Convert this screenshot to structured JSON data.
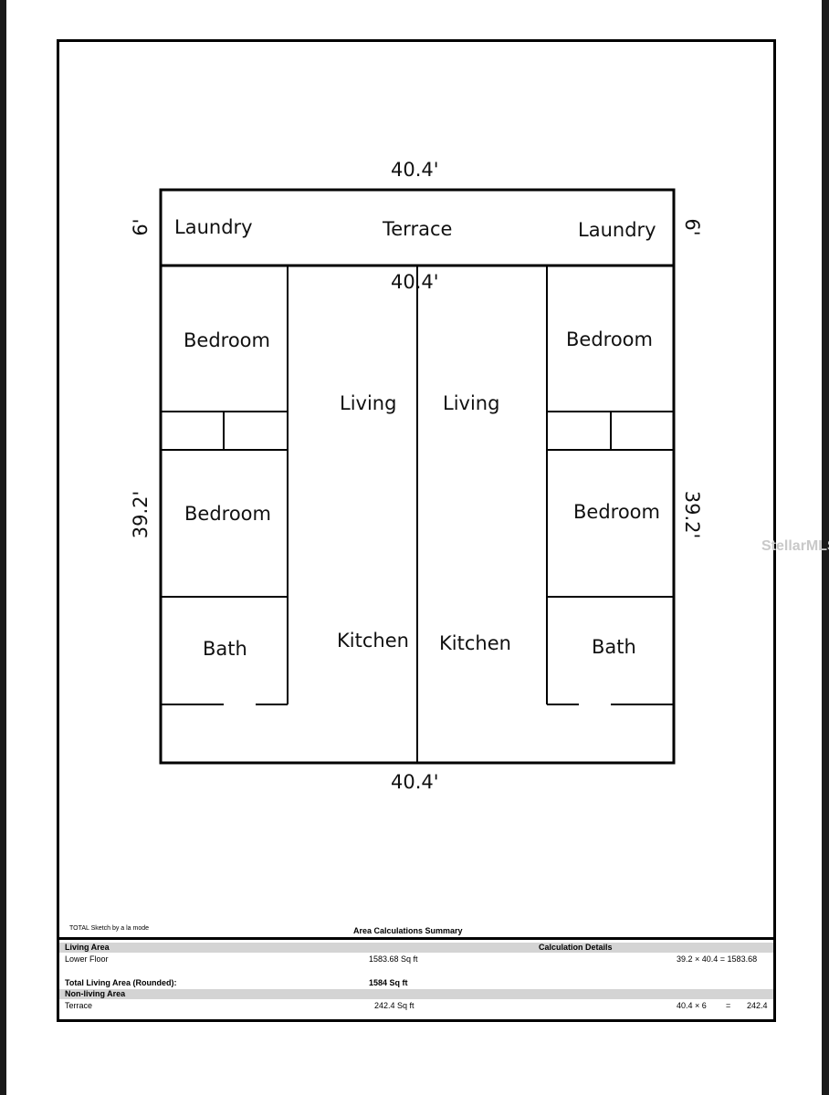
{
  "dimensions": {
    "top": "40.4'",
    "inner_top": "40.4'",
    "bottom": "40.4'",
    "left_terrace": "6'",
    "right_terrace": "6'",
    "left_side": "39.2'",
    "right_side": "39.2'"
  },
  "rooms": {
    "laundry_left": "Laundry",
    "terrace": "Terrace",
    "laundry_right": "Laundry",
    "bedroom_left_top": "Bedroom",
    "bedroom_left_bottom": "Bedroom",
    "bedroom_right_top": "Bedroom",
    "bedroom_right_bottom": "Bedroom",
    "living_left": "Living",
    "living_right": "Living",
    "kitchen_left": "Kitchen",
    "kitchen_right": "Kitchen",
    "bath_left": "Bath",
    "bath_right": "Bath"
  },
  "watermark": "StellarMLS",
  "summary": {
    "software": "TOTAL Sketch by a la mode",
    "title": "Area Calculations Summary",
    "living_area_header": "Living Area",
    "calc_details_header": "Calculation Details",
    "lower_floor_label": "Lower Floor",
    "lower_floor_value": "1583.68 Sq ft",
    "lower_floor_calc": "39.2 × 40.4  =  1583.68",
    "total_label": "Total Living Area (Rounded):",
    "total_value": "1584 Sq ft",
    "non_living_header": "Non-living Area",
    "terrace_label": "Terrace",
    "terrace_value": "242.4 Sq ft",
    "terrace_calc_left": "40.4 × 6",
    "terrace_calc_eq": "=",
    "terrace_calc_right": "242.4"
  }
}
